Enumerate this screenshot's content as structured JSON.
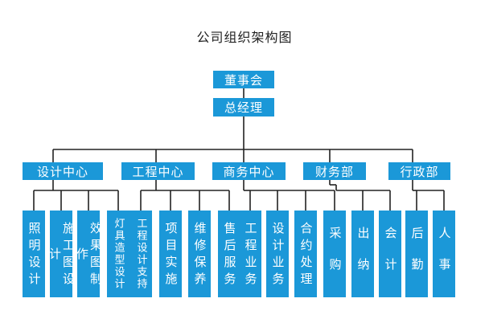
{
  "title": "公司组织架构图",
  "root": "董事会",
  "manager": "总经理",
  "departments": [
    {
      "name": "设计中心",
      "units": [
        "照明设计",
        "施工图设计",
        "效果图制作",
        "灯具造型设计"
      ]
    },
    {
      "name": "工程中心",
      "units": [
        "工程设计支持",
        "项目实施",
        "维修保养",
        "售后服务"
      ]
    },
    {
      "name": "商务中心",
      "units": [
        "工程业务",
        "设计业务",
        "合约处理",
        "采购"
      ]
    },
    {
      "name": "财务部",
      "units": [
        "出纳",
        "会计"
      ]
    },
    {
      "name": "行政部",
      "units": [
        "后勤",
        "人事"
      ]
    }
  ],
  "colors": {
    "box": "#1b98d8",
    "line": "#222222"
  }
}
